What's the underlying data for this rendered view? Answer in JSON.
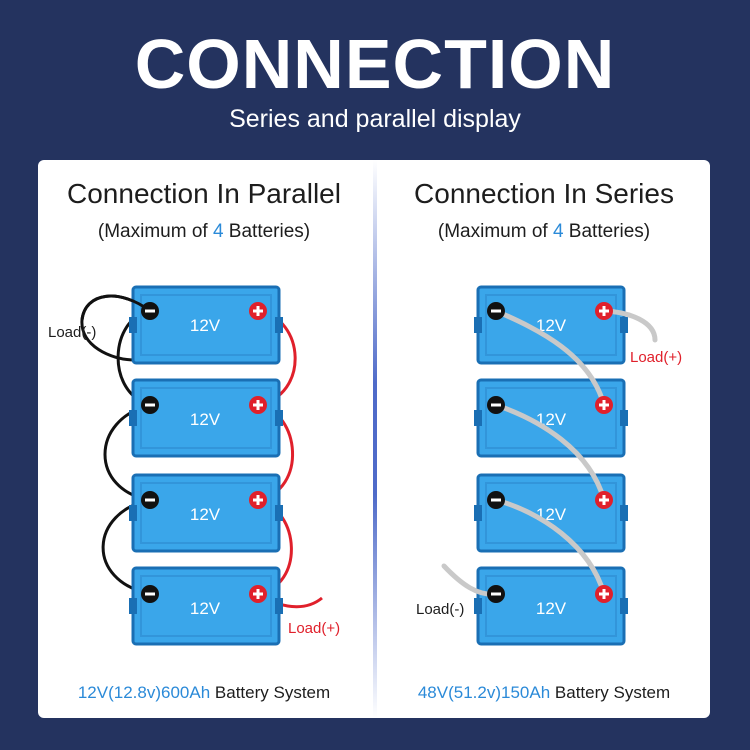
{
  "header": {
    "title": "CONNECTION",
    "subtitle": "Series and parallel display"
  },
  "parallel": {
    "title": "Connection In Parallel",
    "max_prefix": "(Maximum of ",
    "max_count": "4",
    "max_suffix": " Batteries)",
    "battery_label": "12V",
    "load_neg": "Load(-)",
    "load_pos": "Load(+)",
    "spec": "12V(12.8v)600Ah",
    "spec_suffix": " Battery System"
  },
  "series": {
    "title": "Connection In Series",
    "max_prefix": "(Maximum of ",
    "max_count": "4",
    "max_suffix": " Batteries)",
    "battery_label": "12V",
    "load_neg": "Load(-)",
    "load_pos": "Load(+)",
    "spec": "48V(51.2v)150Ah",
    "spec_suffix": " Battery System"
  },
  "colors": {
    "background": "#24335f",
    "battery": "#3aa6ea",
    "accent_blue": "#2b8ad8",
    "wire_positive": "#e0202b",
    "wire_negative": "#111111",
    "wire_series": "#c9c9c9"
  }
}
